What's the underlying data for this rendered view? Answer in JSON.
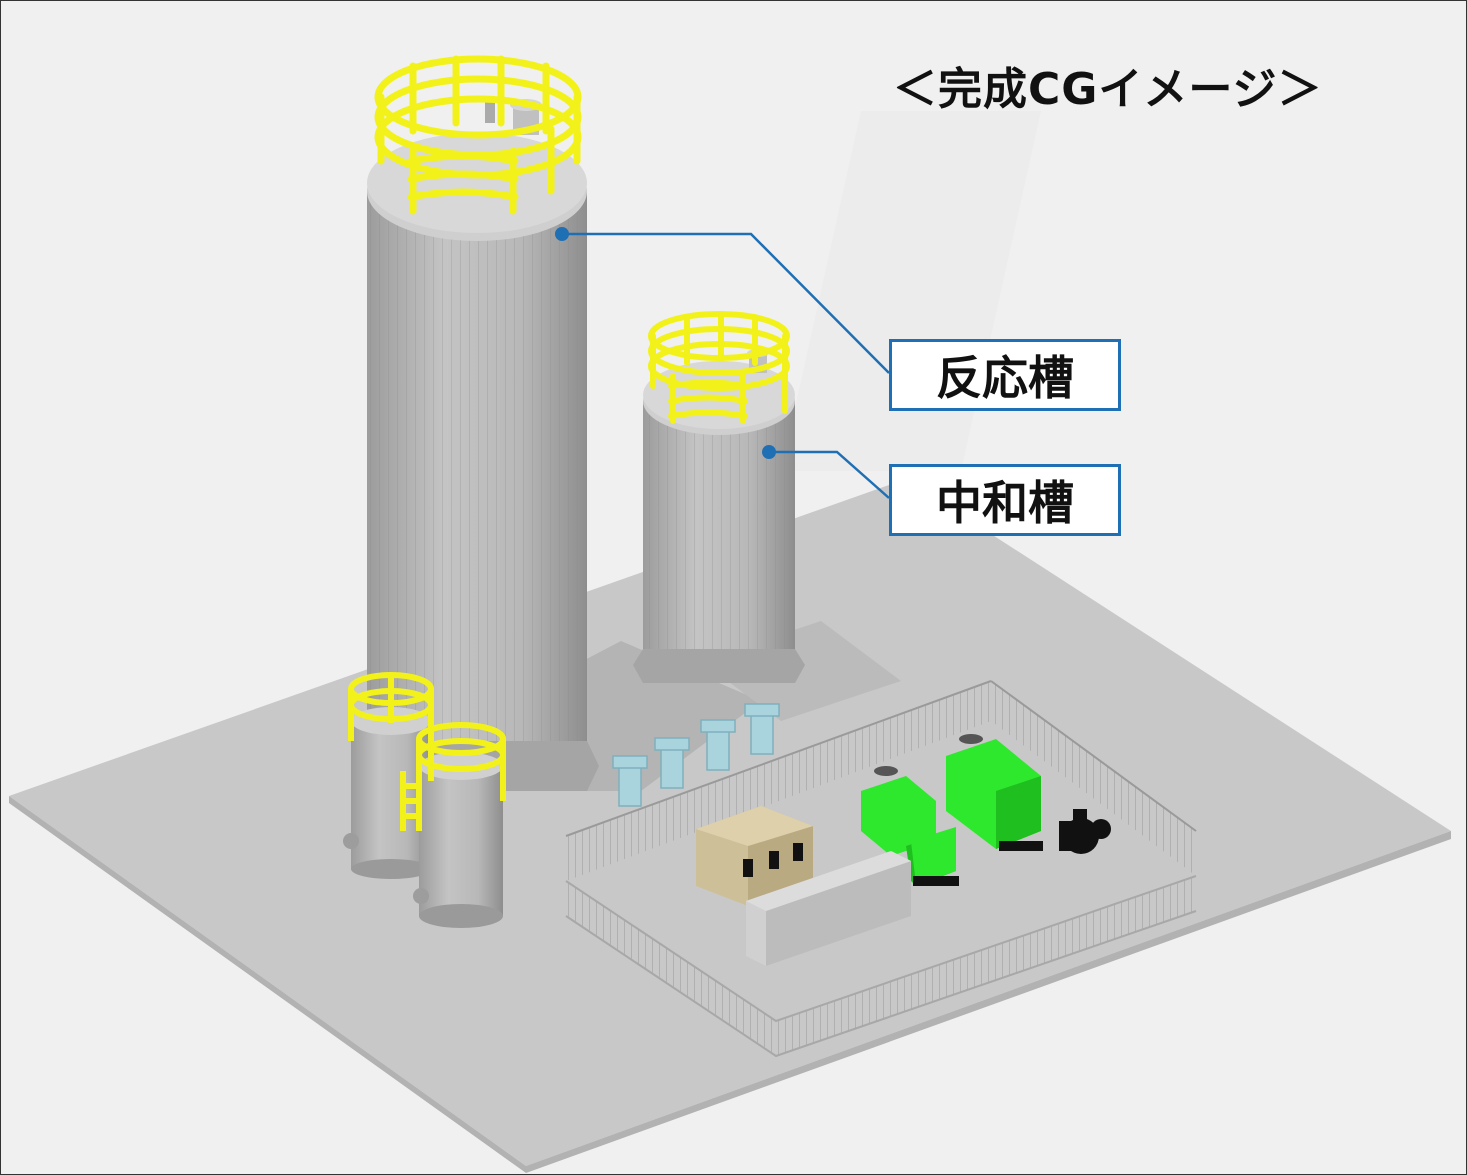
{
  "caption": "＜完成CGイメージ＞",
  "labels": {
    "reactor_tank": "反応槽",
    "neutralization_tank": "中和槽"
  },
  "colors": {
    "background": "#f0f0f0",
    "ground": "#c8c8c8",
    "tank": "#b4b4b4",
    "handrail": "#f2f21a",
    "generator": "#2ee82e",
    "pump": "#a9d4de",
    "cabinet": "#cdbf98",
    "leader_line": "#1f6fb4"
  }
}
